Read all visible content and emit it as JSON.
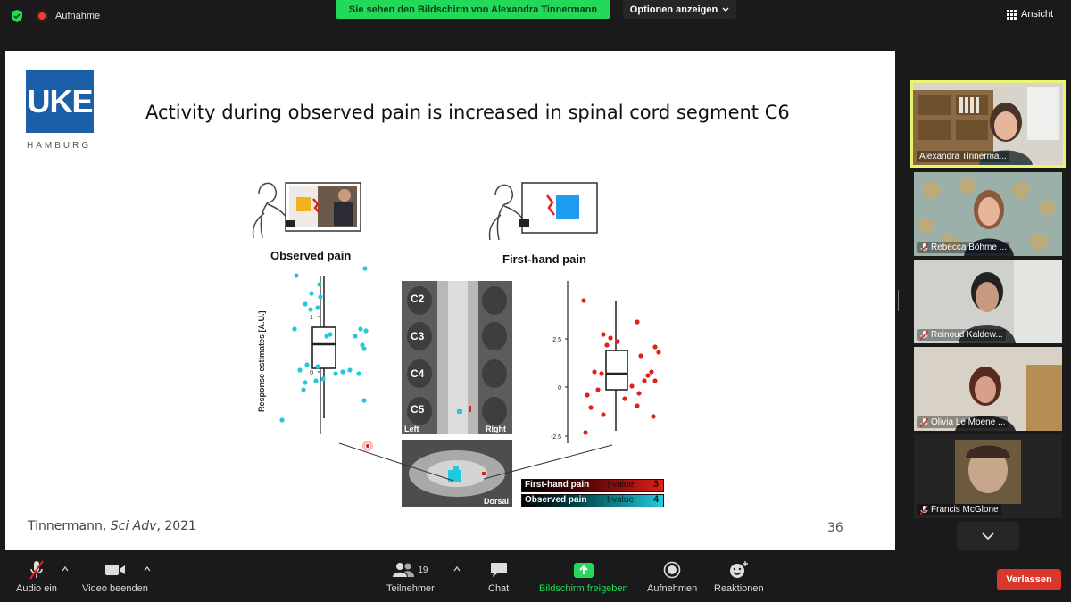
{
  "topbar": {
    "recording_label": "Aufnahme",
    "share_banner": "Sie sehen den Bildschirm von Alexandra Tinnermann",
    "options_label": "Optionen anzeigen",
    "view_label": "Ansicht"
  },
  "slide": {
    "logo_text": "UKE",
    "logo_city": "HAMBURG",
    "title": "Activity during observed pain is increased in spinal cord segment C6",
    "citation_author": "Tinnermann, ",
    "citation_journal": "Sci Adv",
    "citation_year": ", 2021",
    "page_number": "36",
    "figure": {
      "observed_label": "Observed pain",
      "firsthand_label": "First-hand pain",
      "ylabel": "Response estimates [A.U.]",
      "left_ticks": [
        "1",
        "0"
      ],
      "right_ticks": [
        "2.5",
        "0",
        "-2.5"
      ],
      "spine_levels": [
        "C2",
        "C3",
        "C4",
        "C5"
      ],
      "spine_left": "Left",
      "spine_right": "Right",
      "axial_label": "Dorsal",
      "legend_firsthand": "First-hand pain",
      "legend_observed": "Observed pain",
      "legend_tvalue": "t-value",
      "legend_firsthand_max": "3",
      "legend_observed_max": "4"
    }
  },
  "participants": [
    {
      "name": "Alexandra Tinnerma...",
      "muted": false,
      "active": true
    },
    {
      "name": "Rebecca Böhme ...",
      "muted": true,
      "active": false
    },
    {
      "name": "Reinoud Kaldew...",
      "muted": true,
      "active": false
    },
    {
      "name": "Olivia Le Moene ...",
      "muted": true,
      "active": false
    },
    {
      "name": "Francis McGlone",
      "muted": true,
      "active": false
    }
  ],
  "toolbar": {
    "audio_label": "Audio ein",
    "video_label": "Video beenden",
    "participants_label": "Teilnehmer",
    "participants_count": "19",
    "chat_label": "Chat",
    "share_label": "Bildschirm freigeben",
    "record_label": "Aufnehmen",
    "reactions_label": "Reaktionen",
    "leave_label": "Verlassen"
  },
  "colors": {
    "share_green": "#23d959",
    "leave_red": "#d9372b",
    "active_speaker": "#e9f56b",
    "uke_blue": "#1a5fa8",
    "observed_cyan": "#22c9dc",
    "firsthand_red": "#e0201a"
  }
}
